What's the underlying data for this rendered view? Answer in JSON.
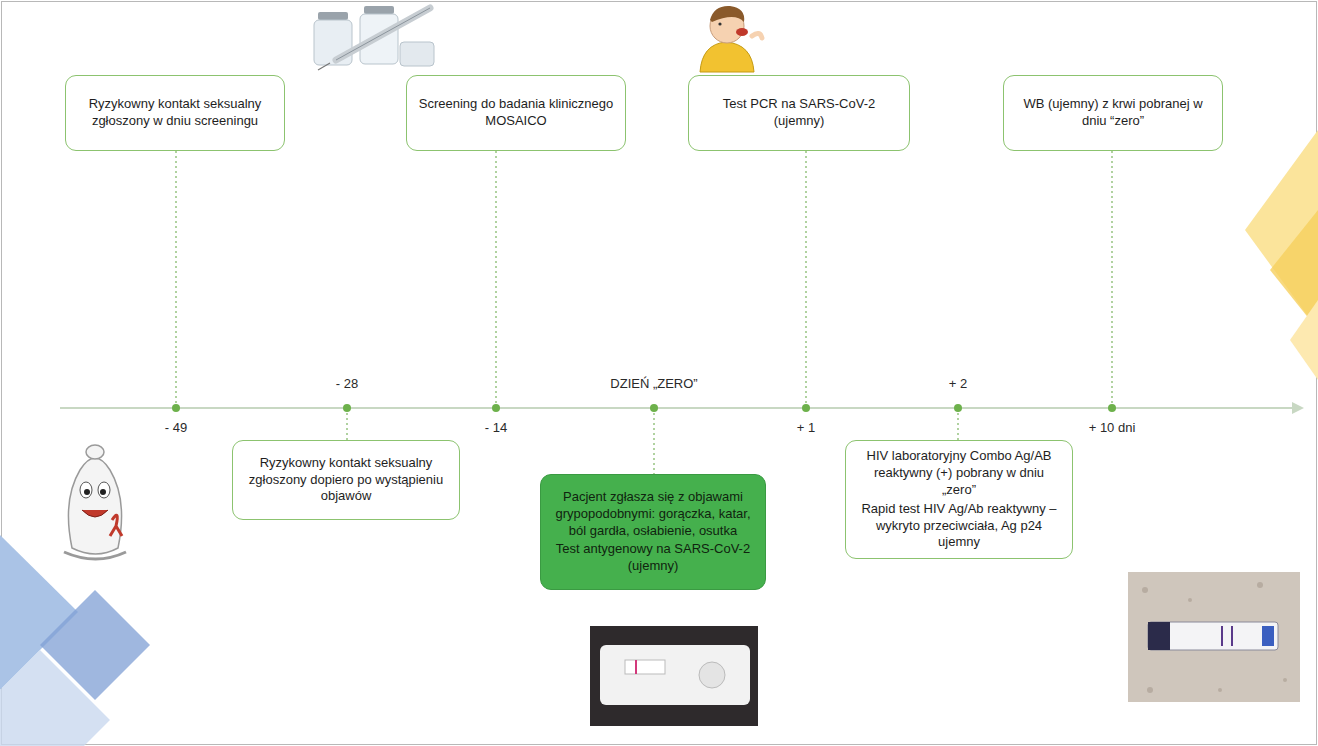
{
  "diagram": {
    "nodes": [
      {
        "text": [
          "Ryzykowny kontakt seksualny zgłoszony w dniu screeningu"
        ]
      },
      {
        "text": [
          "Ryzykowny kontakt seksualny zgłoszony dopiero po wystąpieniu objawów"
        ]
      },
      {
        "text": [
          "Screening do badania klinicznego MOSAICO"
        ]
      },
      {
        "text": [
          "Pacjent zgłasza się z objawami grypopodobnymi: gorączka, katar, ból gardła, osłabienie, osutka",
          "Test antygenowy na SARS-CoV-2 (ujemny)"
        ]
      },
      {
        "text": [
          "Test PCR na SARS-CoV-2 (ujemny)"
        ]
      },
      {
        "text": [
          "HIV laboratoryjny Combo Ag/AB reaktywny (+) pobrany w dniu „zero”",
          "Rapid test HIV Ag/Ab reaktywny – wykryto przeciwciała, Ag p24 ujemny"
        ]
      },
      {
        "text": [
          "WB (ujemny) z krwi pobranej w dniu “zero”"
        ]
      }
    ],
    "labels": [
      "- 49",
      "- 28",
      "- 14",
      "DZIEŃ „ZERO”",
      "+ 1",
      "+ 2",
      "+ 10 dni"
    ]
  }
}
